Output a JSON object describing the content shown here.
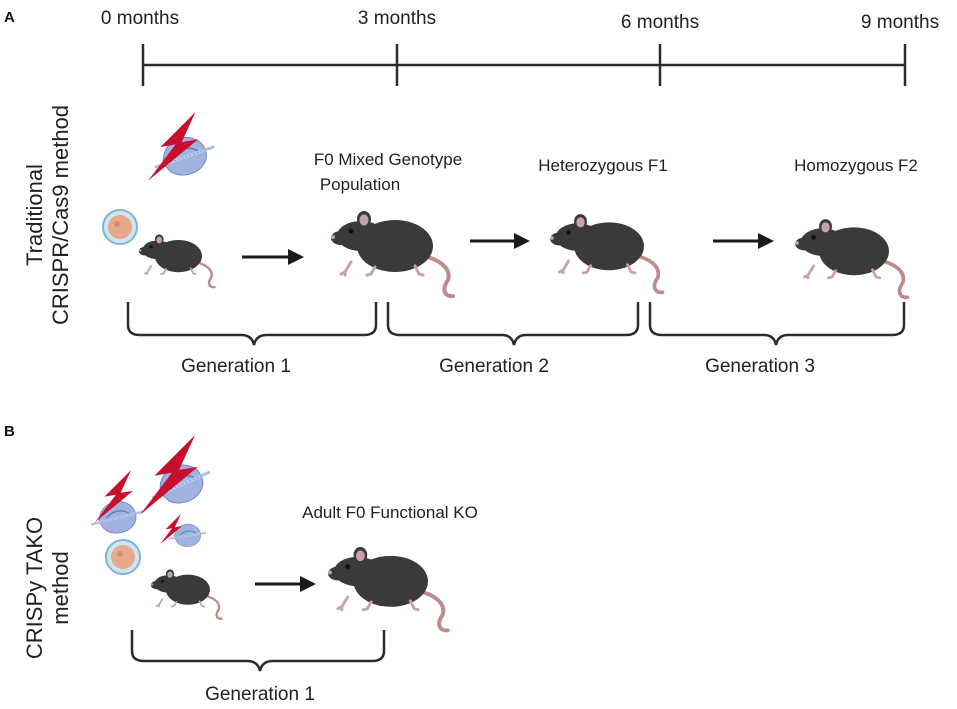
{
  "panels": {
    "a": {
      "letter": "A",
      "method_line1": "Traditional",
      "method_line2": "CRISPR/Cas9 method",
      "timeline": [
        "0 months",
        "3 months",
        "6 months",
        "9 months"
      ],
      "stages": [
        {
          "line1": "F0 Mixed Genotype",
          "line2": "Population"
        },
        {
          "line1": "Heterozygous F1",
          "line2": ""
        },
        {
          "line1": "Homozygous F2",
          "line2": ""
        }
      ],
      "generations": [
        "Generation 1",
        "Generation 2",
        "Generation 3"
      ]
    },
    "b": {
      "letter": "B",
      "method_line1": "CRISPy TAKO",
      "method_line2": "method",
      "stage": "Adult F0 Functional KO",
      "generation": "Generation 1"
    }
  },
  "colors": {
    "mouse_body": "#3a3a3c",
    "mouse_ear": "#c9a3a3",
    "tail": "#c08a8a",
    "bolt": "#c8102e",
    "embryo_shell": "#9ecbe0",
    "embryo_cell": "#e8a88c",
    "cas9_protein": "#8fa6d9",
    "line": "#2b2b2b"
  },
  "icons": [
    "lightning-bolt-icon",
    "cas9-protein-icon",
    "embryo-icon",
    "mouse-icon",
    "arrow-icon"
  ]
}
